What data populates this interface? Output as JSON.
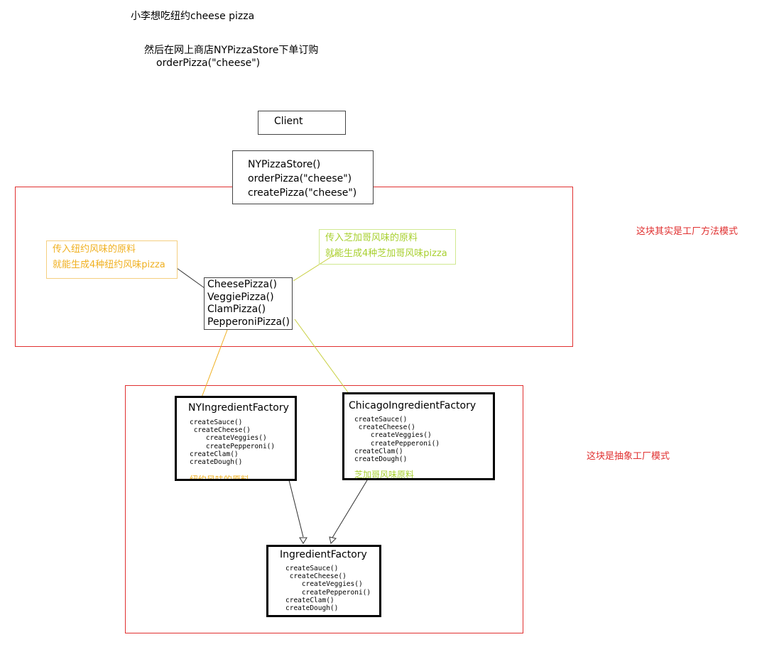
{
  "intro": {
    "line1": "小李想吃纽约cheese pizza",
    "line2": "然后在网上商店NYPizzaStore下单订购",
    "line3": "orderPizza(\"cheese\")"
  },
  "client": {
    "label": "Client"
  },
  "store": {
    "lines": [
      "NYPizzaStore()",
      "orderPizza(\"cheese\")",
      "createPizza(\"cheese\")"
    ]
  },
  "pizzas": {
    "lines": [
      "CheesePizza()",
      "VeggiePizza()",
      "ClamPizza()",
      "PepperoniPizza()"
    ]
  },
  "notes": {
    "ny": {
      "line1": "传入纽约风味的原料",
      "line2": "就能生成4种纽约风味pizza",
      "color": "#f0b020"
    },
    "chicago": {
      "line1": "传入芝加哥风味的原料",
      "line2": "就能生成4种芝加哥风味pizza",
      "color": "#a8d030"
    }
  },
  "labels": {
    "factory_method": "这块其实是工厂方法模式",
    "abstract_factory": "这块是抽象工厂模式",
    "color": "#e03030"
  },
  "factories": {
    "ny": {
      "title": "NYIngredientFactory",
      "methods": "createSauce()\n createCheese()\n    createVeggies()\n    createPepperoni()\ncreateClam()\ncreateDough()",
      "caption": "纽约风味的原料"
    },
    "chicago": {
      "title": "ChicagoIngredientFactory",
      "methods": "createSauce()\n createCheese()\n    createVeggies()\n    createPepperoni()\ncreateClam()\ncreateDough()",
      "caption": "芝加哥风味原料"
    },
    "base": {
      "title": "IngredientFactory",
      "methods": "createSauce()\n createCheese()\n    createVeggies()\n    createPepperoni()\ncreateClam()\ncreateDough()"
    }
  }
}
